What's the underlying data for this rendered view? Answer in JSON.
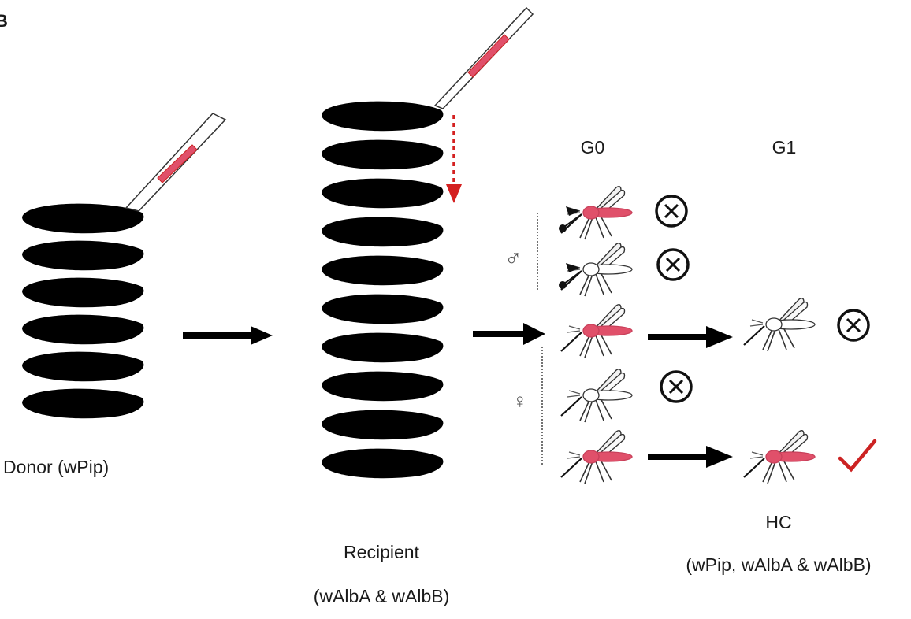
{
  "panel_label": "B",
  "labels": {
    "donor": "Donor (wPip)",
    "recipient_line1": "Recipient",
    "recipient_line2": "(wAlbA & wAlbB)",
    "g0": "G0",
    "g1": "G1",
    "hc_line1": "HC",
    "hc_line2": "(wPip, wAlbA & wAlbB)"
  },
  "symbols": {
    "male": "♂",
    "female": "♀",
    "cross_icon": "⊗",
    "check_icon": "✓"
  },
  "donor_embryo_count": 6,
  "recipient_embryo_count": 10,
  "g0_mosquitoes": [
    {
      "sex": "male",
      "infected": true,
      "outcome": "excluded"
    },
    {
      "sex": "male",
      "infected": false,
      "outcome": "excluded"
    },
    {
      "sex": "female",
      "infected": true,
      "outcome": "crossed"
    },
    {
      "sex": "female",
      "infected": false,
      "outcome": "excluded"
    },
    {
      "sex": "female",
      "infected": true,
      "outcome": "crossed"
    }
  ],
  "g1_mosquitoes": [
    {
      "infected": false,
      "outcome": "excluded"
    },
    {
      "infected": true,
      "outcome": "selected"
    }
  ],
  "colors": {
    "embryo": "#000000",
    "blood_red": "#e0506a",
    "arrow": "#000000",
    "check": "#cc2222",
    "dotted_arrow": "#d42020"
  }
}
